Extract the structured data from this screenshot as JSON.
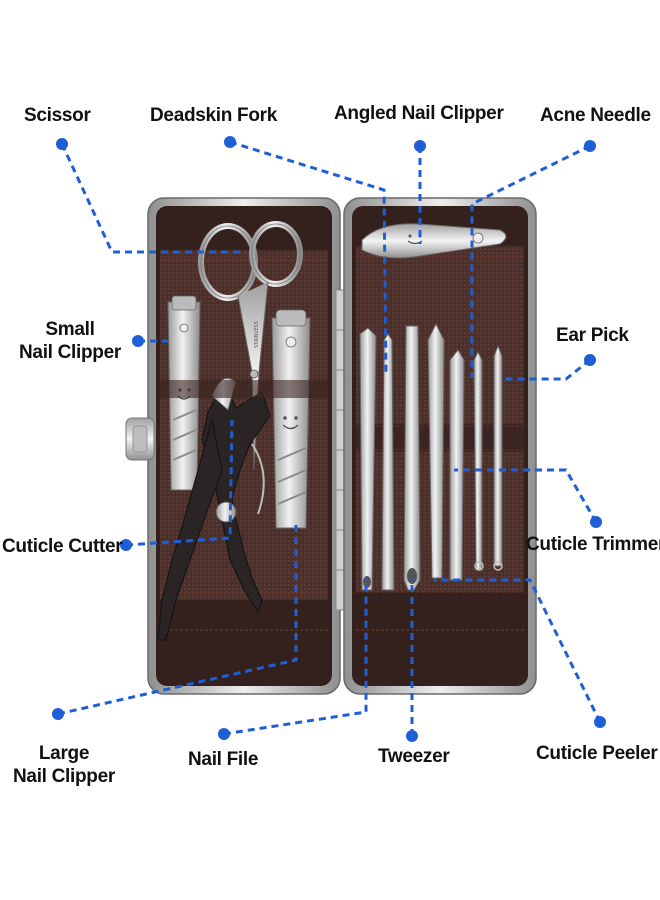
{
  "labels": {
    "scissor": "Scissor",
    "deadskin_fork": "Deadskin Fork",
    "angled_nail_clipper": "Angled Nail Clipper",
    "acne_needle": "Acne Needle",
    "small_nail_clipper_1": "Small",
    "small_nail_clipper_2": "Nail Clipper",
    "ear_pick": "Ear Pick",
    "cuticle_cutter": "Cuticle Cutter",
    "cuticle_trimmer": "Cuticle Trimmer",
    "large_nail_clipper_1": "Large",
    "large_nail_clipper_2": "Nail Clipper",
    "nail_file": "Nail File",
    "tweezer": "Tweezer",
    "cuticle_peeler": "Cuticle Peeler"
  },
  "engraving": "STAINLESS",
  "colors": {
    "leader_line": "#1f5fd6",
    "dot": "#1f5fd6",
    "case_leather": "#3a2522",
    "case_frame": "#c9c9c9",
    "steel": "#d8d8d8"
  }
}
